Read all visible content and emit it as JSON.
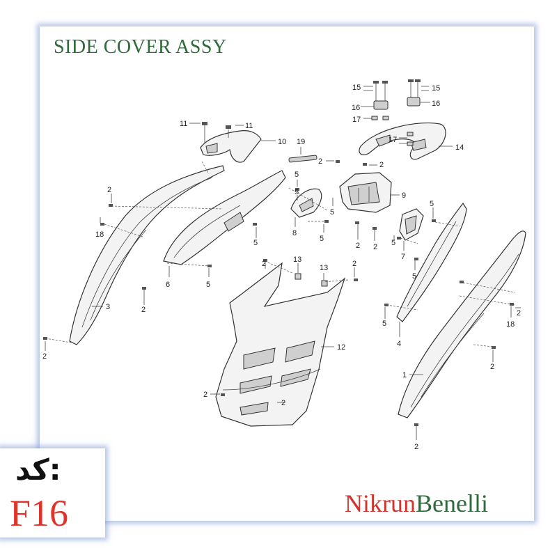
{
  "title": "SIDE COVER ASSY",
  "brand": {
    "part1": "Nikrun",
    "part2": "Benelli"
  },
  "code": {
    "label": "کد:",
    "value": "F16"
  },
  "callouts": [
    "15",
    "15",
    "16",
    "16",
    "17",
    "17",
    "14",
    "11",
    "11",
    "10",
    "19",
    "2",
    "2",
    "9",
    "5",
    "5",
    "5",
    "5",
    "5",
    "5",
    "5",
    "5",
    "5",
    "5",
    "2",
    "18",
    "8",
    "2",
    "2",
    "7",
    "6",
    "3",
    "2",
    "13",
    "13",
    "2",
    "2",
    "4",
    "2",
    "18",
    "12",
    "2",
    "2",
    "1",
    "2",
    "2",
    "2"
  ]
}
